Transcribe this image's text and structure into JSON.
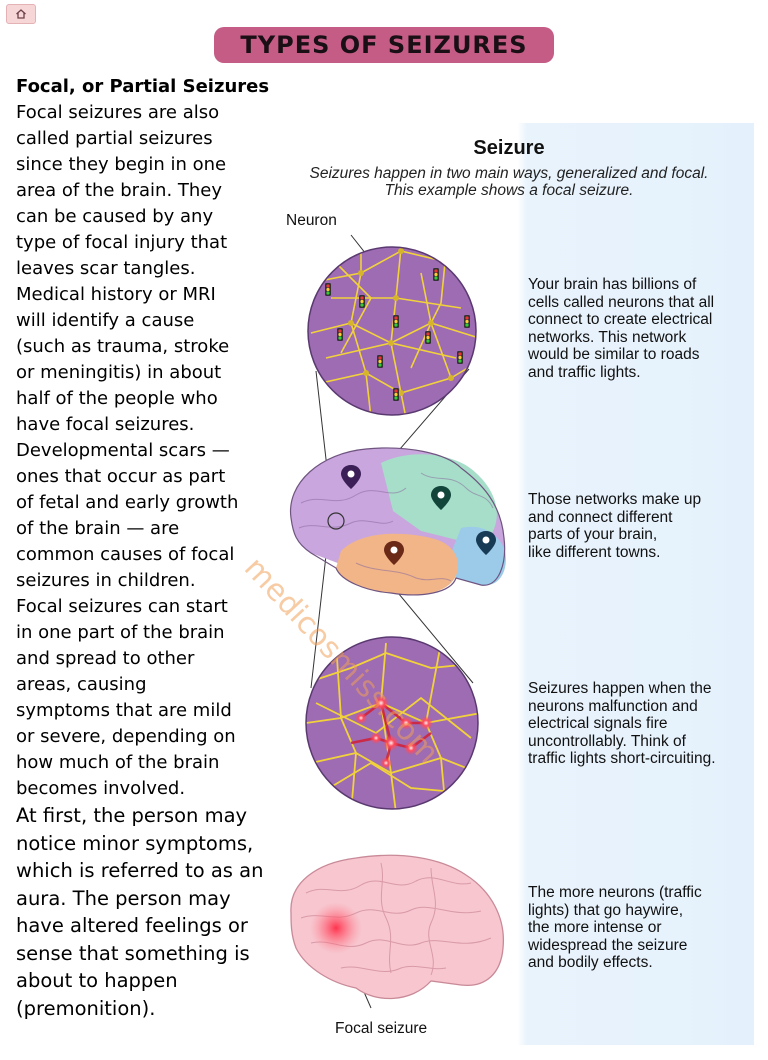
{
  "header": {
    "home_icon": "home-icon",
    "title": "TYPES OF SEIZURES",
    "title_color": "#c45c86"
  },
  "left": {
    "heading": "Focal, or Partial Seizures",
    "lines1": [
      "Focal seizures are also",
      "called partial seizures",
      "since they begin in one",
      "area of the brain. They",
      "can be caused by any",
      "type of focal injury that",
      "leaves scar tangles.",
      "Medical history or MRI",
      "will identify a cause",
      "(such as trauma, stroke",
      "or meningitis) in about",
      "half of the people who",
      "have focal seizures.",
      "Developmental scars —",
      "ones that occur as part",
      "of fetal and early growth",
      "of the brain — are",
      "common causes of focal",
      "seizures in children.",
      "Focal seizures can start",
      "in one part of the brain",
      "and spread to other",
      "areas, causing",
      "symptoms that are mild",
      "or severe, depending on",
      "how much of the brain",
      "becomes involved."
    ],
    "lines2": [
      "At first, the person may",
      "notice minor symptoms,",
      "which is referred to as an",
      "aura. The person may",
      "have altered feelings or",
      "sense that something is",
      "about to happen",
      "(premonition)."
    ]
  },
  "figure": {
    "title": "Seizure",
    "subtitle_line1": "Seizures happen in two main ways, generalized and focal.",
    "subtitle_line2": "This example shows a focal seizure.",
    "label_neuron": "Neuron",
    "label_focal": "Focal seizure",
    "caption1": [
      "Your brain has billions of",
      "cells called neurons that all",
      "connect to create electrical",
      "networks. This network",
      "would be similar to roads",
      "and traffic lights."
    ],
    "caption2": [
      "Those networks make up",
      "and connect different",
      "parts of your brain,",
      "like different towns."
    ],
    "caption3": [
      "Seizures happen when the",
      "neurons malfunction and",
      "electrical signals fire",
      "uncontrollably. Think of",
      "traffic lights short-circuiting."
    ],
    "caption4": [
      "The more neurons (traffic",
      "lights) that go haywire,",
      "the more intense or",
      "widespread the seizure",
      "and bodily effects."
    ]
  },
  "watermark": "medicosmiss.com"
}
